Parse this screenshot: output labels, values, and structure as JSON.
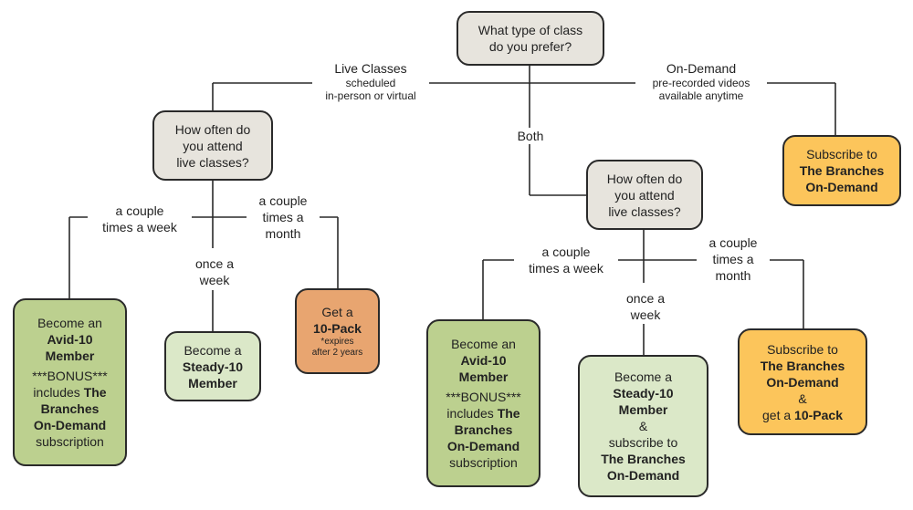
{
  "nodes": {
    "root": {
      "line1": "What type of class",
      "line2": "do you prefer?"
    },
    "q_live": {
      "line1": "How often do",
      "line2": "you attend",
      "line3": "live classes?"
    },
    "q_both": {
      "line1": "How often do",
      "line2": "you attend",
      "line3": "live classes?"
    },
    "ondemand_result": {
      "line1": "Subscribe to",
      "line2": "The Branches",
      "line3": "On-Demand"
    },
    "live_avid": {
      "line1": "Become an",
      "line2": "Avid-10",
      "line3": "Member",
      "bonus": "***BONUS***",
      "line5": "includes",
      "line5b": "The",
      "line6": "Branches",
      "line7": "On-Demand",
      "line8": "subscription"
    },
    "live_steady": {
      "line1": "Become a",
      "line2": "Steady-10",
      "line3": "Member"
    },
    "live_pack": {
      "line1": "Get a",
      "line2": "10-Pack",
      "note1": "*expires",
      "note2": "after 2 years"
    },
    "both_avid": {
      "line1": "Become an",
      "line2": "Avid-10",
      "line3": "Member",
      "bonus": "***BONUS***",
      "line5": "includes",
      "line5b": "The",
      "line6": "Branches",
      "line7": "On-Demand",
      "line8": "subscription"
    },
    "both_steady": {
      "line1": "Become a",
      "line2": "Steady-10",
      "line3": "Member",
      "line4": "&",
      "line5": "subscribe to",
      "line6": "The Branches",
      "line7": "On-Demand"
    },
    "both_monthly": {
      "line1": "Subscribe to",
      "line2": "The Branches",
      "line3": "On-Demand",
      "line4": "&",
      "line5": "get a",
      "line5b": "10-Pack"
    }
  },
  "edges": {
    "live": {
      "title": "Live Classes",
      "sub1": "scheduled",
      "sub2": "in-person or virtual"
    },
    "ondemand": {
      "title": "On-Demand",
      "sub1": "pre-recorded videos",
      "sub2": "available anytime"
    },
    "both": {
      "title": "Both"
    },
    "l_couple_week": {
      "line1": "a couple",
      "line2": "times a week"
    },
    "l_once": {
      "line1": "once a",
      "line2": "week"
    },
    "l_couple_month": {
      "line1": "a couple",
      "line2": "times a",
      "line3": "month"
    },
    "b_couple_week": {
      "line1": "a couple",
      "line2": "times a week"
    },
    "b_once": {
      "line1": "once a",
      "line2": "week"
    },
    "b_couple_month": {
      "line1": "a couple",
      "line2": "times a",
      "line3": "month"
    }
  },
  "colors": {
    "question": "#e7e4dd",
    "avid": "#bcd08f",
    "steady": "#dbe8c8",
    "ondemand": "#fcc55b",
    "pack": "#e8a570",
    "line": "#2a2a2a"
  }
}
